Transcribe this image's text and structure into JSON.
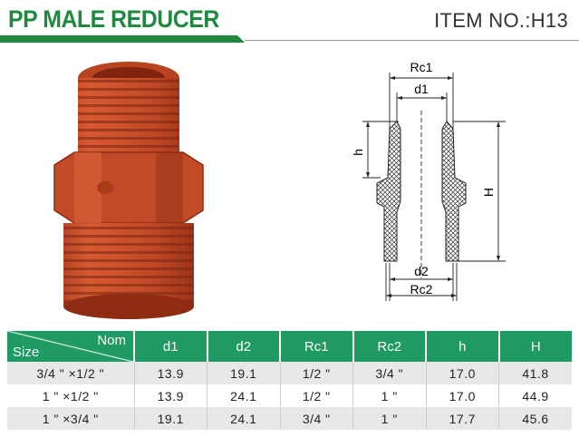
{
  "header": {
    "title": "PP MALE REDUCER",
    "item_no": "ITEM NO.:H13",
    "accent_color": "#1f8a3e"
  },
  "photo": {
    "icon": "pipe-fitting-photo",
    "color": "#c24a27"
  },
  "drawing": {
    "labels": {
      "rc1": "Rc1",
      "d1": "d1",
      "h": "h",
      "H": "H",
      "d2": "d2",
      "rc2": "Rc2"
    }
  },
  "table": {
    "corner_top": "Nom",
    "corner_bottom": "Size",
    "header_color": "#1f9a62",
    "columns": [
      "d1",
      "d2",
      "Rc1",
      "Rc2",
      "h",
      "H"
    ],
    "rows": [
      {
        "size": "3/4 \" ×1/2 \"",
        "cells": [
          "13.9",
          "19.1",
          "1/2 \"",
          "3/4 \"",
          "17.0",
          "41.8"
        ]
      },
      {
        "size": "1 \" ×1/2 \"",
        "cells": [
          "13.9",
          "24.1",
          "1/2 \"",
          "1 \"",
          "17.0",
          "44.9"
        ]
      },
      {
        "size": "1 \" ×3/4 \"",
        "cells": [
          "19.1",
          "24.1",
          "3/4 \"",
          "1 \"",
          "17.7",
          "45.6"
        ]
      }
    ]
  }
}
